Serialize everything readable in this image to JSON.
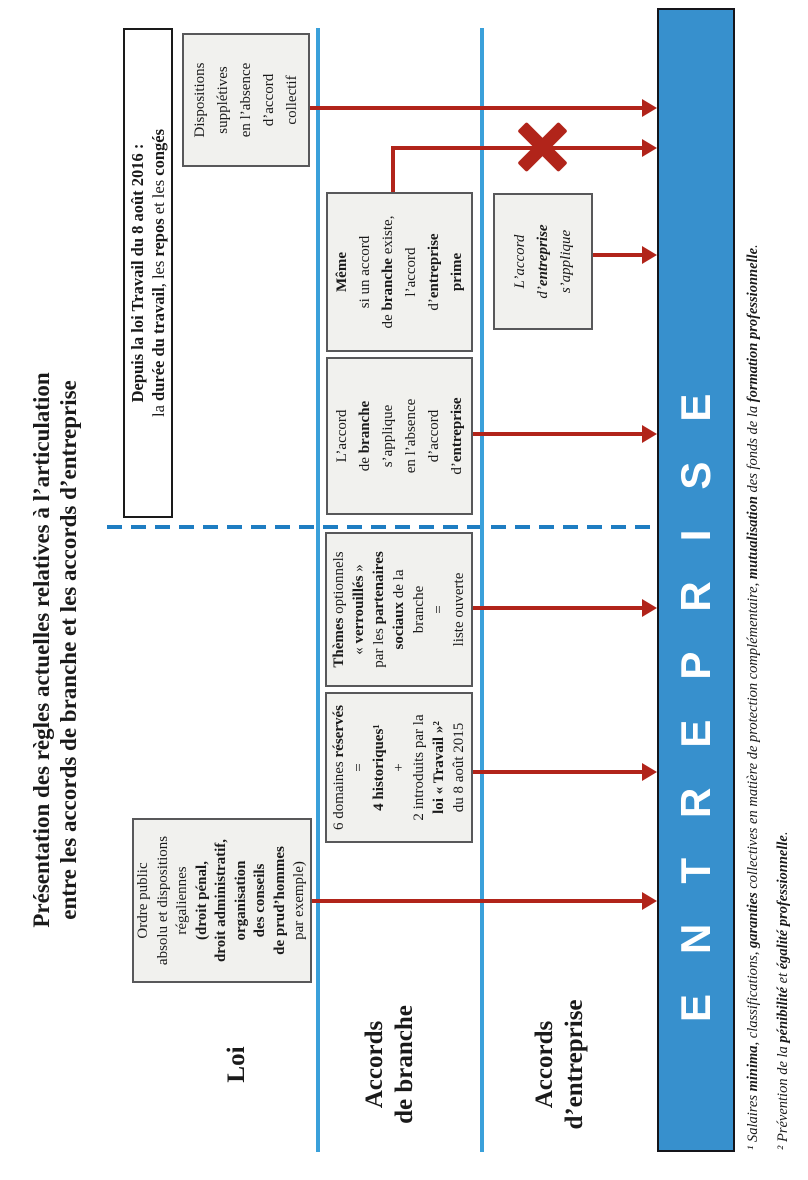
{
  "page": {
    "title_line1": "Présentation des règles actuelles relatives à l’articulation",
    "title_line2": "entre les accords de branche et les accords d’entreprise"
  },
  "header_box": {
    "lines": [
      [
        {
          "t": "Depuis la loi Travail du 8 août 2016 :",
          "b": 1
        }
      ],
      [
        {
          "t": "la "
        },
        {
          "t": "durée du travail",
          "b": 1
        },
        {
          "t": ", les "
        },
        {
          "t": "repos",
          "b": 1
        },
        {
          "t": " et les "
        },
        {
          "t": "congés",
          "b": 1
        }
      ]
    ]
  },
  "row_labels": {
    "loi": {
      "lines": [
        "Loi"
      ]
    },
    "branche": {
      "lines": [
        "Accords",
        "de branche"
      ]
    },
    "entreprise": {
      "lines": [
        "Accords",
        "d’entreprise"
      ]
    }
  },
  "boxes": {
    "ordre_public": {
      "lines": [
        [
          "Ordre public"
        ],
        [
          "absolu et dispositions"
        ],
        [
          "régaliennes"
        ],
        [
          {
            "t": "(droit pénal,",
            "b": 1
          }
        ],
        [
          {
            "t": "droit administratif,",
            "b": 1
          }
        ],
        [
          {
            "t": "organisation",
            "b": 1
          }
        ],
        [
          {
            "t": "des conseils",
            "b": 1
          }
        ],
        [
          {
            "t": "de prud’hommes",
            "b": 1
          }
        ],
        [
          "par exemple)"
        ]
      ]
    },
    "six_domaines": {
      "lines": [
        [
          {
            "t": "6 domaines "
          },
          {
            "t": "réservés",
            "b": 1
          }
        ],
        [
          "="
        ],
        [
          {
            "t": "4 historiques¹",
            "b": 1
          }
        ],
        [
          "+"
        ],
        [
          "2 introduits par la"
        ],
        [
          {
            "t": "loi « Travail »²",
            "b": 1
          }
        ],
        [
          "du 8 août 2015"
        ]
      ]
    },
    "themes_optionnels": {
      "lines": [
        [
          {
            "t": "Thèmes",
            "b": 1
          },
          {
            "t": " optionnels"
          }
        ],
        [
          {
            "t": "« "
          },
          {
            "t": "verrouillés",
            "b": 1
          },
          {
            "t": " »"
          }
        ],
        [
          {
            "t": "par les "
          },
          {
            "t": "partenaires",
            "b": 1
          }
        ],
        [
          {
            "t": "sociaux",
            "b": 1
          },
          {
            "t": " de la"
          }
        ],
        [
          "branche"
        ],
        [
          "="
        ],
        [
          "liste ouverte"
        ]
      ]
    },
    "accord_branche": {
      "lines": [
        [
          "L’accord"
        ],
        [
          {
            "t": "de "
          },
          {
            "t": "branche",
            "b": 1
          }
        ],
        [
          "s’applique"
        ],
        [
          "en l’absence"
        ],
        [
          "d’accord"
        ],
        [
          {
            "t": "d’"
          },
          {
            "t": "entreprise",
            "b": 1
          }
        ]
      ]
    },
    "meme_si": {
      "lines": [
        [
          {
            "t": "Même",
            "b": 1
          }
        ],
        [
          "si un accord"
        ],
        [
          {
            "t": "de "
          },
          {
            "t": "branche",
            "b": 1
          },
          {
            "t": " existe,"
          }
        ],
        [
          "l’accord"
        ],
        [
          {
            "t": "d’"
          },
          {
            "t": "entreprise",
            "b": 1
          }
        ],
        [
          {
            "t": "prime",
            "b": 1
          }
        ]
      ]
    },
    "dispositions_suppletives": {
      "lines": [
        [
          "Dispositions"
        ],
        [
          "supplétives"
        ],
        [
          "en l’absence"
        ],
        [
          "d’accord"
        ],
        [
          "collectif"
        ]
      ]
    },
    "accord_entreprise": {
      "lines": [
        [
          "L’accord"
        ],
        [
          {
            "t": "d’"
          },
          {
            "t": "entreprise",
            "b": 1
          }
        ],
        [
          "s’applique"
        ]
      ]
    }
  },
  "bar": {
    "label": "ENTREPRISE"
  },
  "footnotes": {
    "fn1": [
      [
        {
          "t": "¹ Salaires "
        },
        {
          "t": "minima",
          "b": 1
        },
        {
          "t": ", classifications, "
        },
        {
          "t": "garanties",
          "b": 1
        },
        {
          "t": " collectives en matière de protection complémentaire, "
        },
        {
          "t": "mutualisation",
          "b": 1
        },
        {
          "t": " des fonds de la "
        },
        {
          "t": "formation professionnelle",
          "b": 1
        },
        {
          "t": "."
        }
      ]
    ],
    "fn2": [
      [
        {
          "t": "² Prévention de la "
        },
        {
          "t": "pénibilité",
          "b": 1
        },
        {
          "t": " et "
        },
        {
          "t": "égalité professionnelle",
          "b": 1
        },
        {
          "t": "."
        }
      ]
    ]
  },
  "icons": {
    "x_mark": "red-cross-blocked-arrow"
  },
  "colors": {
    "blue_line": "#3aa0da",
    "blue_dashed": "#1e7dc2",
    "bar_fill": "#3790cd",
    "bar_text": "#ffffff",
    "arrow_red": "#b1241a",
    "box_fill": "#f1f1ee",
    "box_border": "#58585a",
    "ink": "#1a1a1a"
  }
}
